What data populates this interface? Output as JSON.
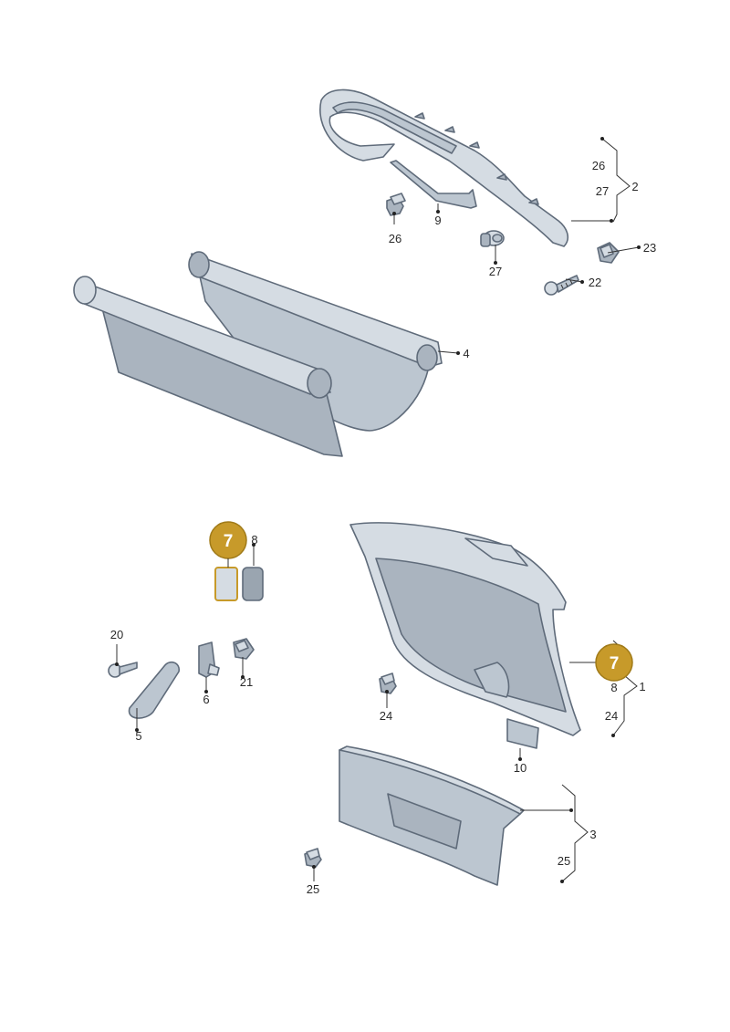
{
  "callouts": {
    "c26a": "26",
    "c27a": "27",
    "c2": "2",
    "c9": "9",
    "c26b": "26",
    "c27b": "27",
    "c23": "23",
    "c22": "22",
    "c4": "4",
    "c8a": "8",
    "c20": "20",
    "c21": "21",
    "c6": "6",
    "c5": "5",
    "c8b": "8",
    "c1": "1",
    "c24a": "24",
    "c24b": "24",
    "c10": "10",
    "c3": "3",
    "c25a": "25",
    "c25b": "25"
  },
  "badges": {
    "b1": "7",
    "b2": "7"
  },
  "colors": {
    "badge": "#c79a2a",
    "badge_stroke": "#a07a18",
    "part_fill": "#d5dce3",
    "part_stroke": "#5f6b7a"
  }
}
